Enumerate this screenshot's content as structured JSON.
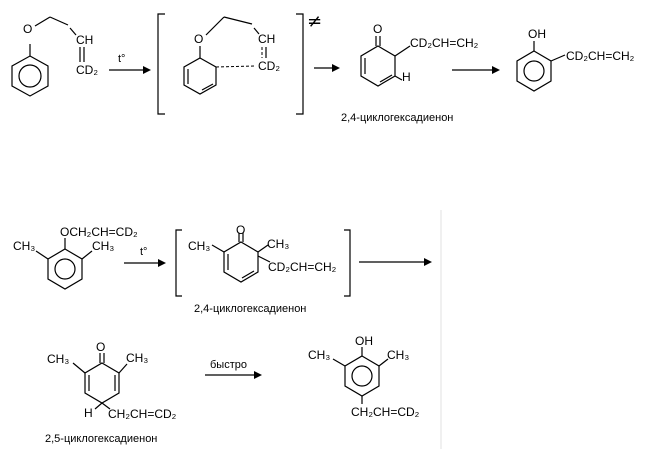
{
  "scheme1": {
    "reactant": {
      "o": "O",
      "ch": "CH",
      "cd2": "CD₂"
    },
    "arrow_condition": "t°",
    "transition_state": {
      "o": "O",
      "ch": "CH",
      "cd2": "CD₂",
      "mark": "≠"
    },
    "intermediate": {
      "o": "O",
      "cd2_group": "CD₂CH=CH₂",
      "h": "H",
      "caption": "2,4-циклогексадиенон"
    },
    "product": {
      "oh": "OH",
      "cd2_group": "CD₂CH=CH₂"
    }
  },
  "scheme2": {
    "reactant": {
      "ch3_left": "CH₃",
      "ch3_right": "CH₃",
      "group": "OCH₂CH=CD₂"
    },
    "arrow_condition": "t°",
    "bracket_species": {
      "ch3_left": "CH₃",
      "ch3_right": "CH₃",
      "o": "O",
      "group": "CD₂CH=CH₂",
      "caption": "2,4-циклогексадиенон"
    },
    "dienone_25": {
      "ch3_left": "CH₃",
      "ch3_right": "CH₃",
      "o": "O",
      "h": "H",
      "group": "CH₂CH=CD₂",
      "caption": "2,5-циклогексадиенон"
    },
    "arrow_condition_fast": "быстро",
    "product": {
      "ch3_left": "CH₃",
      "ch3_right": "CH₃",
      "oh": "OH",
      "group": "CH₂CH=CD₂"
    }
  }
}
